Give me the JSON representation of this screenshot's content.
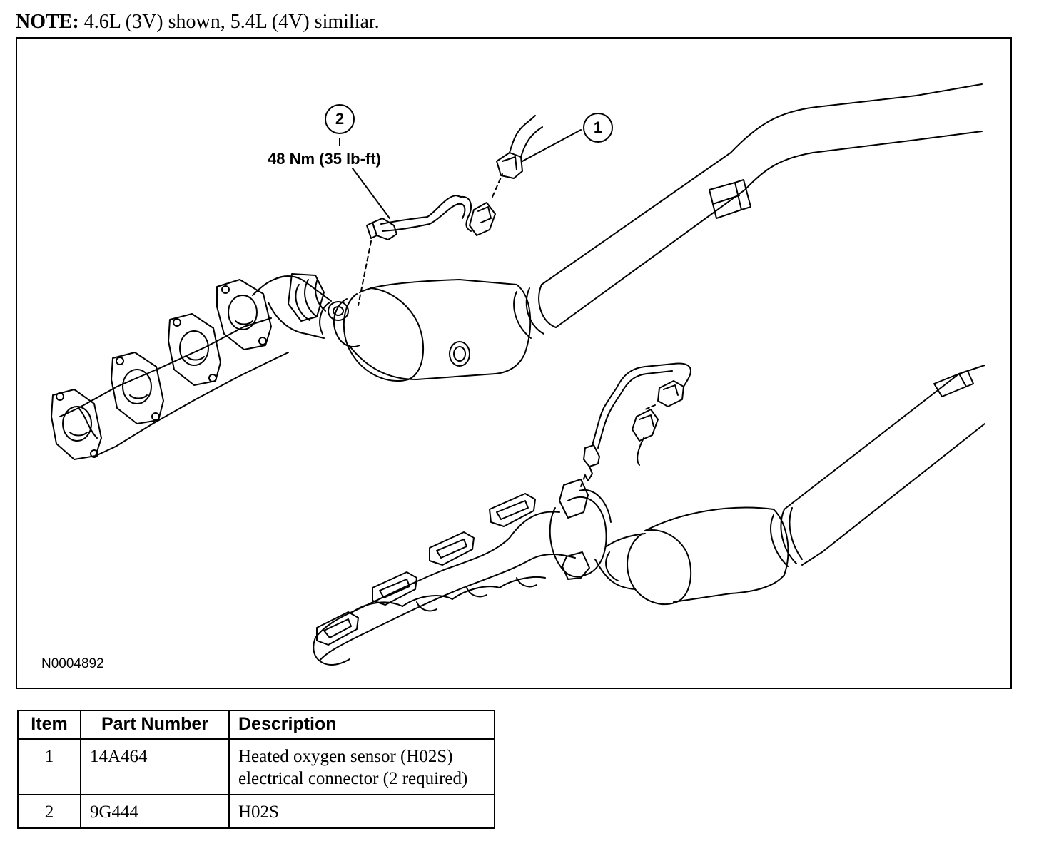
{
  "note": {
    "label": "NOTE:",
    "text": "4.6L (3V) shown, 5.4L (4V) similiar."
  },
  "figure": {
    "id": "N0004892",
    "torque": "48 Nm (35 lb-ft)",
    "callouts": [
      "1",
      "2"
    ]
  },
  "parts_table": {
    "headers": [
      "Item",
      "Part Number",
      "Description"
    ],
    "rows": [
      {
        "item": "1",
        "part_number": "14A464",
        "description": "Heated oxygen sensor (H02S) electrical connector (2 required)"
      },
      {
        "item": "2",
        "part_number": "9G444",
        "description": "H02S"
      }
    ]
  }
}
